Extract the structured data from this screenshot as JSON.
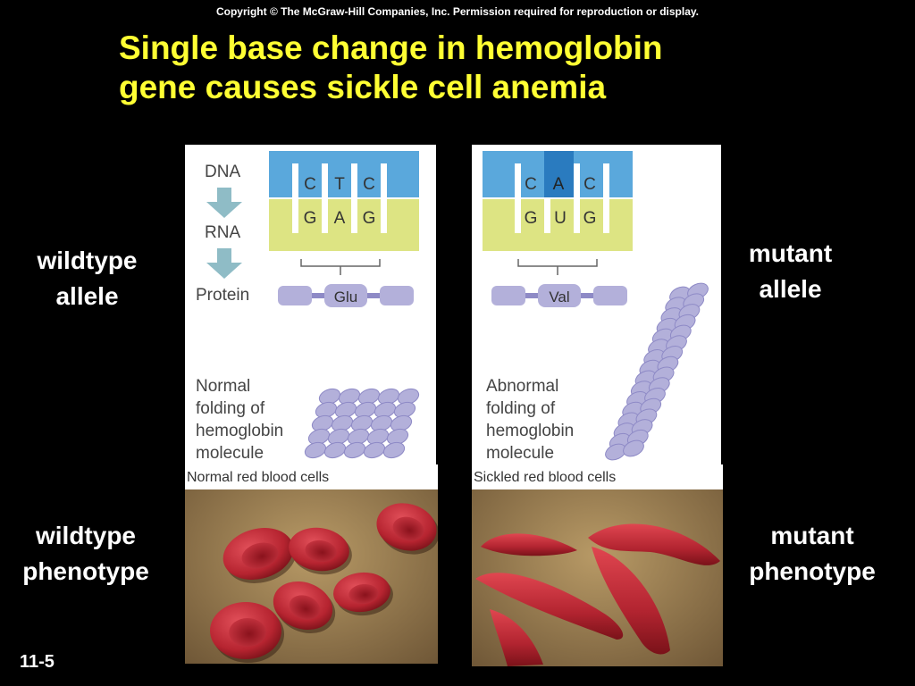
{
  "copyright": "Copyright © The McGraw-Hill Companies, Inc.  Permission required for reproduction or display.",
  "title": {
    "line1": "Single base change in hemoglobin",
    "line2": "gene causes sickle cell anemia"
  },
  "labels": {
    "wildtype_allele": [
      "wildtype",
      "allele"
    ],
    "mutant_allele": [
      "mutant",
      "allele"
    ],
    "wildtype_phenotype": [
      "wildtype",
      "phenotype"
    ],
    "mutant_phenotype": [
      "mutant",
      "phenotype"
    ]
  },
  "flow": {
    "dna": "DNA",
    "rna": "RNA",
    "protein": "Protein"
  },
  "normal_panel": {
    "dna_bases": [
      "C",
      "T",
      "C"
    ],
    "rna_bases": [
      "G",
      "A",
      "G"
    ],
    "amino_acid": "Glu",
    "folding_text": [
      "Normal",
      "folding of",
      "hemoglobin",
      "molecule"
    ],
    "photo_caption": "Normal red blood cells"
  },
  "mutant_panel": {
    "dna_bases": [
      "C",
      "A",
      "C"
    ],
    "rna_bases": [
      "G",
      "U",
      "G"
    ],
    "amino_acid": "Val",
    "folding_text": [
      "Abnormal",
      "folding of",
      "hemoglobin",
      "molecule"
    ],
    "photo_caption": "Sickled red blood cells"
  },
  "slide_number": "11-5",
  "colors": {
    "title": "#ffff33",
    "dna_strand": "#5aa8dc",
    "dna_mutated": "#2a7bbf",
    "rna_strand": "#dde483",
    "protein": "#b3b0da",
    "arrow": "#8fbcc6",
    "cell_red": "#c42a33",
    "photo_bg": "#9a7e52"
  }
}
